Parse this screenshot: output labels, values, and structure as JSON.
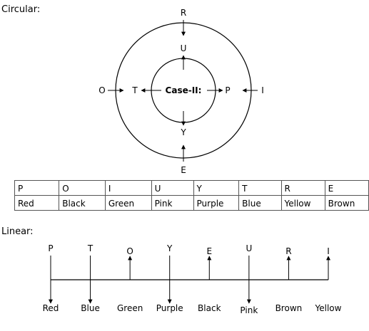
{
  "circular": {
    "label": "Circular:",
    "case_label": "Case-II:",
    "outer": [
      {
        "letter": "R",
        "pos": "top",
        "facing": "in"
      },
      {
        "letter": "O",
        "pos": "left",
        "facing": "in"
      },
      {
        "letter": "I",
        "pos": "right",
        "facing": "in"
      },
      {
        "letter": "E",
        "pos": "bottom",
        "facing": "in"
      }
    ],
    "inner": [
      {
        "letter": "U",
        "pos": "top",
        "facing": "out"
      },
      {
        "letter": "T",
        "pos": "left",
        "facing": "out"
      },
      {
        "letter": "P",
        "pos": "right",
        "facing": "out"
      },
      {
        "letter": "Y",
        "pos": "bottom",
        "facing": "out"
      }
    ]
  },
  "table": {
    "letters": [
      "P",
      "O",
      "I",
      "U",
      "Y",
      "T",
      "R",
      "E"
    ],
    "colors": [
      "Red",
      "Black",
      "Green",
      "Pink",
      "Purple",
      "Blue",
      "Yellow",
      "Brown"
    ]
  },
  "linear": {
    "label": "Linear:",
    "positions": [
      {
        "letter": "P",
        "color": "Red",
        "facing": "down"
      },
      {
        "letter": "T",
        "color": "Blue",
        "facing": "down"
      },
      {
        "letter": "O",
        "color": "Green",
        "facing": "up"
      },
      {
        "letter": "Y",
        "color": "Purple",
        "facing": "down"
      },
      {
        "letter": "E",
        "color": "Black",
        "facing": "up"
      },
      {
        "letter": "U",
        "color": "Pink",
        "facing": "down"
      },
      {
        "letter": "R",
        "color": "Brown",
        "facing": "up"
      },
      {
        "letter": "I",
        "color": "Yellow",
        "facing": "up"
      }
    ]
  }
}
